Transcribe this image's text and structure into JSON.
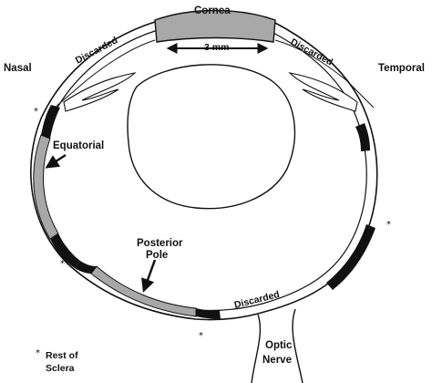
{
  "labels": {
    "cornea": "Cornea",
    "measure": "3 mm",
    "discarded_left": "Discarded",
    "discarded_right": "Discarded",
    "discarded_bottom": "Discarded",
    "nasal": "Nasal",
    "temporal": "Temporal",
    "equatorial": "Equatorial",
    "posterior_line1": "Posterior",
    "posterior_line2": "Pole",
    "optic_line1": "Optic",
    "optic_line2": "Nerve"
  },
  "legend": {
    "symbol": "*",
    "line1": "Rest of",
    "line2": "Sclera"
  },
  "markers": {
    "asterisk": "*"
  },
  "colors": {
    "outline": "#111111",
    "shaded_gray": "#a8a8a8",
    "rest_of_sclera": "#111111",
    "background": "#ffffff"
  }
}
